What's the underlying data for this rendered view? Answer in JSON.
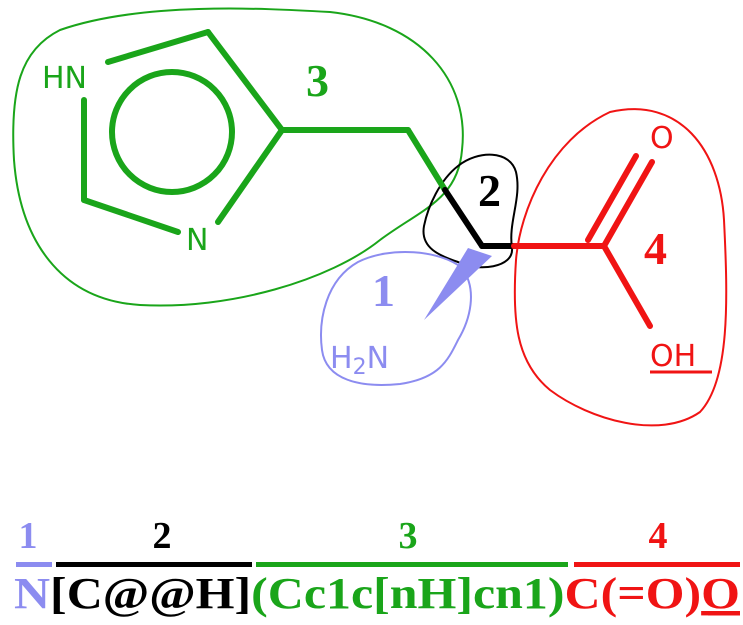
{
  "colors": {
    "group1": "#8c8cf0",
    "group2": "#000000",
    "group3": "#1aa51a",
    "group4": "#f01414"
  },
  "molecule": {
    "atoms": {
      "imidazole_nh": "HN",
      "imidazole_n": "N",
      "carbonyl_o": "O",
      "hydroxyl": "OH",
      "amine_h": "H",
      "amine_sub": "2",
      "amine_n": "N"
    },
    "groups": {
      "g1": "1",
      "g2": "2",
      "g3": "3",
      "g4": "4"
    }
  },
  "smiles": {
    "segments": [
      {
        "number": "1",
        "text": "N"
      },
      {
        "number": "2",
        "text": "[C@@H]"
      },
      {
        "number": "3",
        "text": "(Cc1c[nH]cn1)"
      },
      {
        "number": "4",
        "text": "C(=O)"
      }
    ],
    "last_char": "O"
  }
}
